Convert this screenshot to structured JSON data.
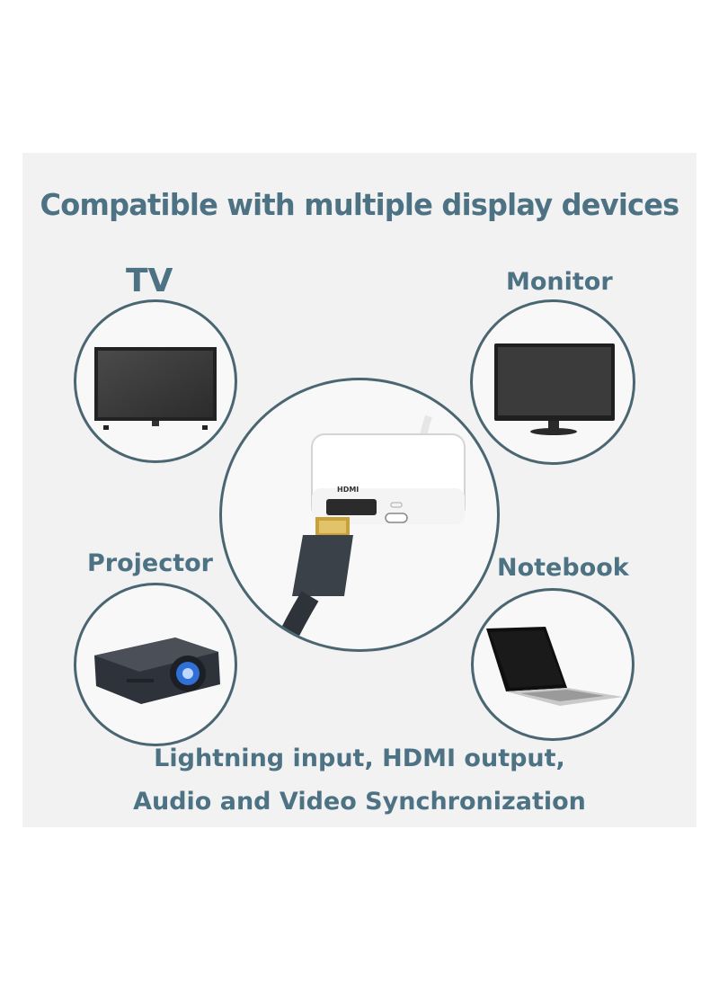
{
  "heading": "Compatible with multiple display devices",
  "devices": {
    "tv": "TV",
    "monitor": "Monitor",
    "projector": "Projector",
    "notebook": "Notebook"
  },
  "adapter": {
    "port_label": "HDMI"
  },
  "footer": {
    "line1": "Lightning input, HDMI output,",
    "line2": "Audio and Video Synchronization"
  },
  "colors": {
    "text": "#4d7283",
    "circle_border": "#4a6672",
    "panel": "#f2f2f2"
  }
}
